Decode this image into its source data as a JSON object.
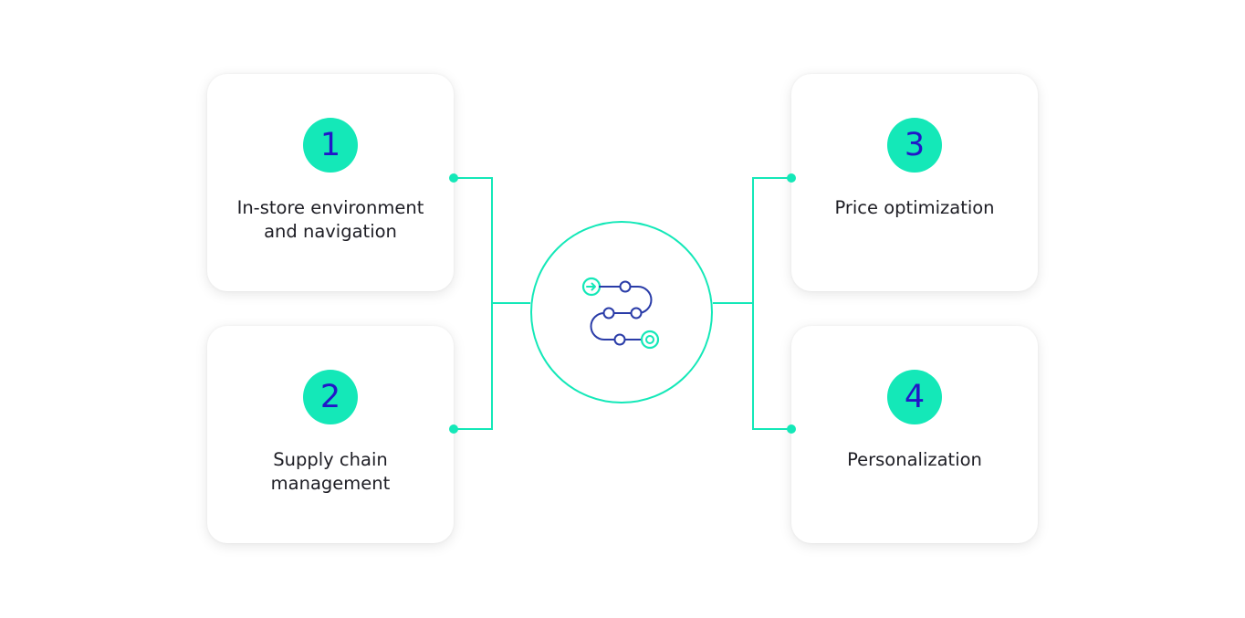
{
  "colors": {
    "accent": "#14e8b8",
    "number": "#2216c8",
    "icon_stroke": "#2a3ca8",
    "text": "#1d1d24"
  },
  "cards": [
    {
      "number": "1",
      "label": "In-store environment\nand navigation"
    },
    {
      "number": "2",
      "label": "Supply chain\nmanagement"
    },
    {
      "number": "3",
      "label": "Price optimization"
    },
    {
      "number": "4",
      "label": "Personalization"
    }
  ],
  "center": {
    "icon": "route-path-icon"
  }
}
